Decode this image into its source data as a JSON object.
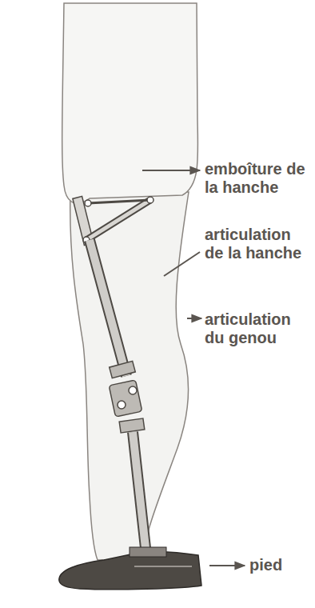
{
  "diagram": {
    "labels": [
      "emboîture de la hanche",
      "articulation de la hanche",
      "articulation du genou",
      "pied"
    ]
  }
}
